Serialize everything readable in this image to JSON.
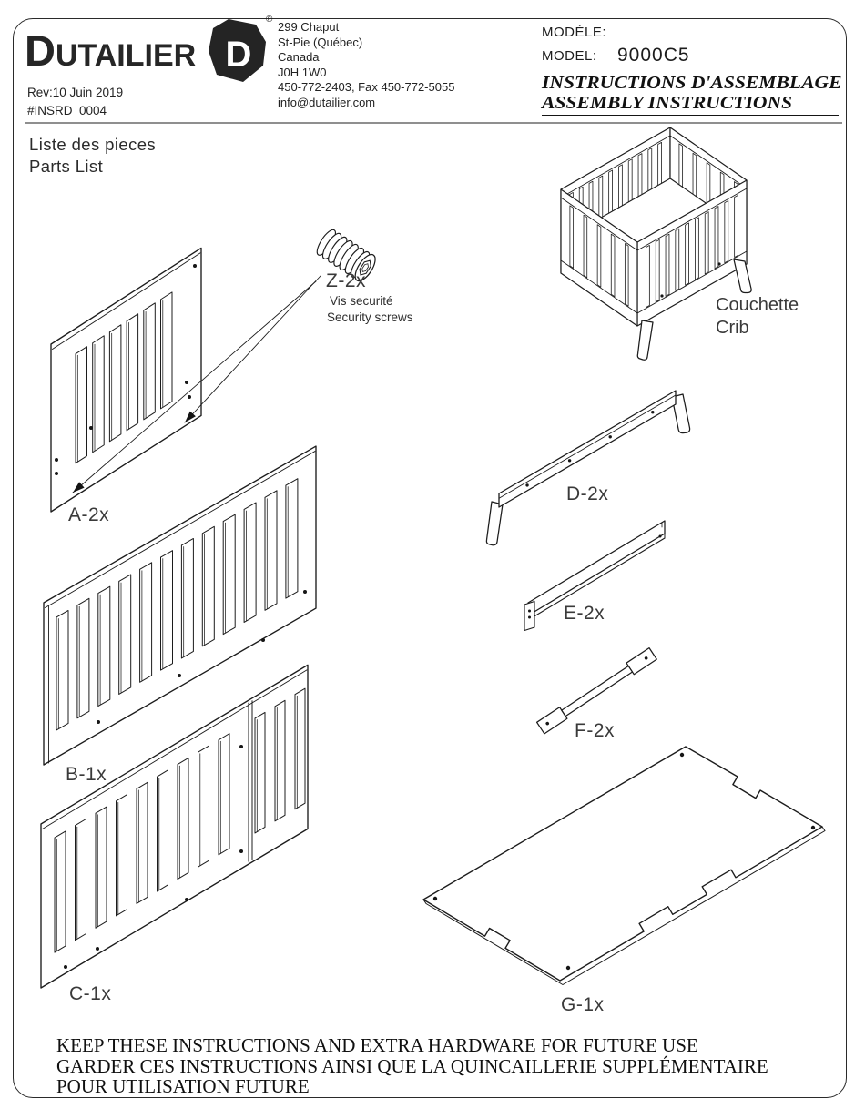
{
  "header": {
    "brand": "DUTAILIER",
    "brand_mark_letter": "D",
    "registered_symbol": "®",
    "rev": "Rev:10 Juin 2019",
    "doc_number": "#INSRD_0004",
    "address": [
      "299 Chaput",
      "St-Pie (Québec)",
      "Canada",
      "J0H 1W0",
      "450-772-2403, Fax 450-772-5055",
      "info@dutailier.com"
    ],
    "model_label_fr": "MODÈLE:",
    "model_label_en": "MODEL:",
    "model_number": "9000C5",
    "title_fr": "INSTRUCTIONS D'ASSEMBLAGE",
    "title_en": "ASSEMBLY INSTRUCTIONS"
  },
  "section": {
    "title_fr": "Liste des pieces",
    "title_en": "Parts List"
  },
  "product": {
    "name_fr": "Couchette",
    "name_en": "Crib"
  },
  "parts": [
    {
      "code": "Z-2x",
      "desc_fr": "Vis securité",
      "desc_en": "Security screws"
    },
    {
      "code": "A-2x"
    },
    {
      "code": "B-1x"
    },
    {
      "code": "C-1x"
    },
    {
      "code": "D-2x"
    },
    {
      "code": "E-2x"
    },
    {
      "code": "F-2x"
    },
    {
      "code": "G-1x"
    }
  ],
  "footer": {
    "line1": "KEEP THESE INSTRUCTIONS AND EXTRA HARDWARE FOR FUTURE USE",
    "line2": "GARDER CES INSTRUCTIONS AINSI QUE LA QUINCAILLERIE SUPPLÉMENTAIRE",
    "line3": "POUR UTILISATION FUTURE"
  },
  "colors": {
    "line_art": "#1c1c1c",
    "divider": "#8f8f8f"
  }
}
